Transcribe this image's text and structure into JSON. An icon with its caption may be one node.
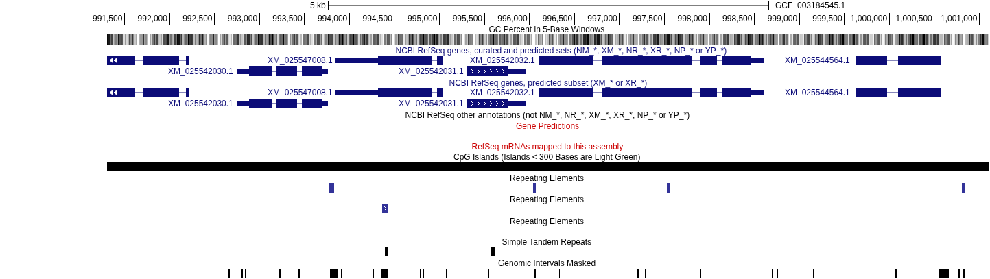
{
  "diagram": {
    "labels": [
      "5 kb",
      "GCF_003184545.1",
      "991,500",
      "992,000",
      "992,500",
      "993,000",
      "993,500",
      "994,000",
      "994,500",
      "995,000",
      "995,500",
      "996,000",
      "996,500",
      "997,000",
      "997,500",
      "998,000",
      "998,500",
      "999,000",
      "999,500",
      "1,000,000",
      "1,000,500",
      "1,001,000",
      "GC Percent in 5-Base Windows",
      "NCBI RefSeq genes, curated and predicted sets (NM_*, XM_*, NR_*, XR_*, NP_* or YP_*)",
      "XM_025547008.1",
      "XM_025542032.1",
      "XM_025544564.1",
      "XM_025542030.1",
      "XM_025542031.1",
      "NCBI RefSeq genes, predicted subset (XM_* or XR_*)",
      "XM_025547008.1",
      "XM_025542032.1",
      "XM_025544564.1",
      "XM_025542030.1",
      "XM_025542031.1",
      "NCBI RefSeq other annotations (not NM_*, NR_*, XM_*, XR_*, NP_* or YP_*)",
      "Gene Predictions",
      "RefSeq mRNAs mapped to this assembly",
      "CpG Islands (Islands < 300 Bases are Light Green)",
      "Repeating Elements",
      "Repeating Elements",
      "Repeating Elements",
      "Simple Tandem Repeats",
      "Genomic Intervals Masked"
    ]
  }
}
